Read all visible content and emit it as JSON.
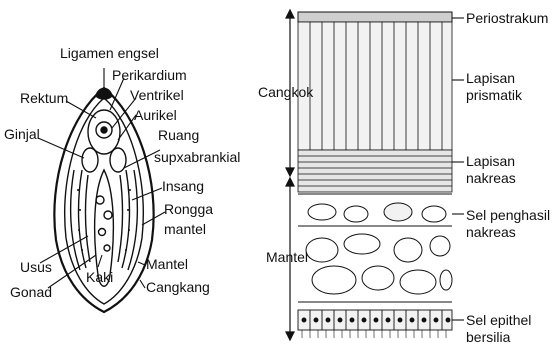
{
  "left_diagram": {
    "labels": {
      "ligamen_engsel": "Ligamen engsel",
      "perikardium": "Perikardium",
      "rektum": "Rektum",
      "ventrikel": "Ventrikel",
      "aurikel": "Aurikel",
      "ginjal": "Ginjal",
      "ruang": "Ruang",
      "supxabrankial": "supxabrankial",
      "insang": "Insang",
      "rongga": "Rongga",
      "mantel_cavity": "mantel",
      "usus": "Usus",
      "kaki": "Kaki",
      "mantel": "Mantel",
      "gonad": "Gonad",
      "cangkang": "Cangkang"
    }
  },
  "right_diagram": {
    "labels": {
      "periostrakum": "Periostrakum",
      "lapisan_prismatik_1": "Lapisan",
      "lapisan_prismatik_2": "prismatik",
      "lapisan_nakreas_1": "Lapisan",
      "lapisan_nakreas_2": "nakreas",
      "sel_penghasil_1": "Sel penghasil",
      "sel_penghasil_2": "nakreas",
      "sel_epithel_1": "Sel epithel",
      "sel_epithel_2": "bersilia",
      "cangkok": "Cangkok",
      "mantel": "Mantel"
    }
  },
  "colors": {
    "ink": "#111111",
    "paper": "#ffffff",
    "shade": "#e6e6e6"
  }
}
